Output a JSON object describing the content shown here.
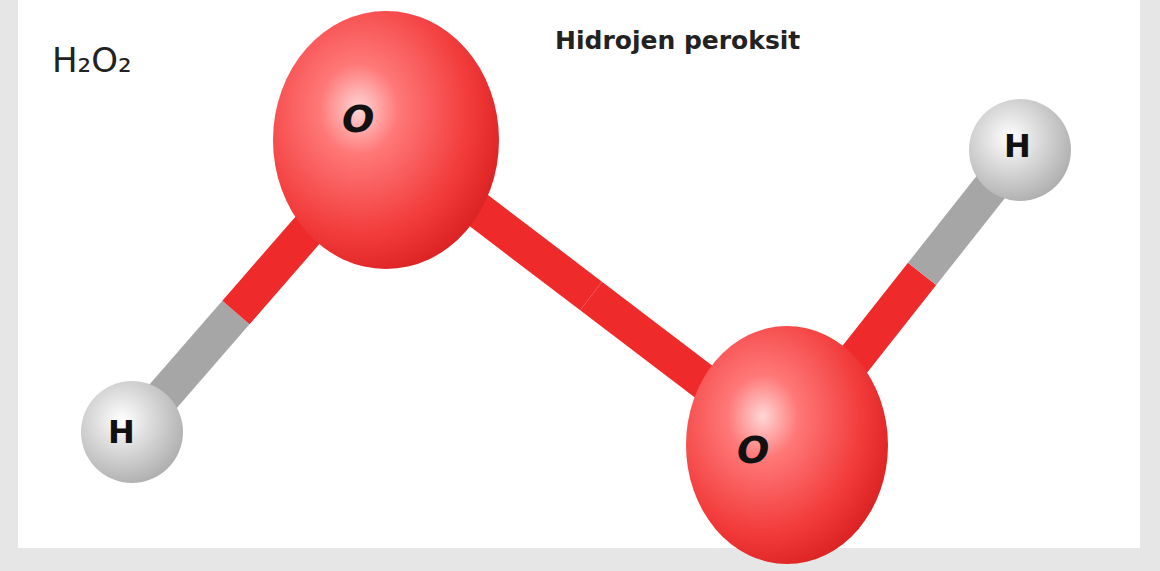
{
  "diagram": {
    "title": "Hidrojen peroksit",
    "nodes": [
      {
        "text": [
          "H"
        ]
      },
      {
        "text": [
          "O"
        ]
      },
      {
        "text": [
          "O"
        ]
      },
      {
        "text": [
          "H"
        ]
      }
    ],
    "edges": [
      {
        "from": 0,
        "to": 1,
        "arrow": "none"
      },
      {
        "from": 1,
        "to": 2,
        "arrow": "none"
      },
      {
        "from": 2,
        "to": 3,
        "arrow": "none"
      }
    ],
    "labels": [
      "H₂O₂"
    ]
  }
}
